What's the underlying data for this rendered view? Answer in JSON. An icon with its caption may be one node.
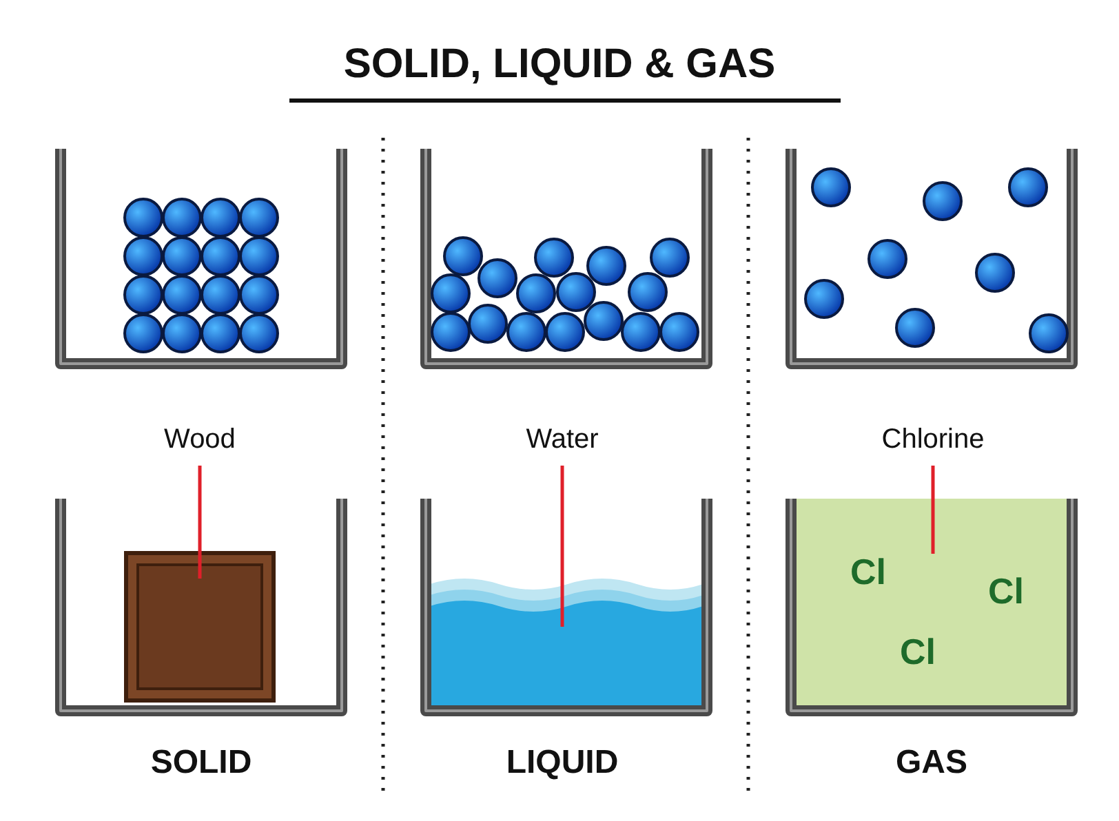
{
  "diagram": {
    "title": "SOLID, LIQUID & GAS",
    "nodes": [
      {
        "text": [
          "Wood"
        ]
      },
      {
        "text": [],
        "shape": "box"
      },
      {
        "text": [
          "Water"
        ]
      },
      {
        "text": [],
        "shape": "box"
      },
      {
        "text": [
          "Chlorine"
        ]
      },
      {
        "text": [
          "Cl",
          "Cl",
          "Cl"
        ]
      }
    ],
    "edges": [
      {
        "from": 0,
        "to": 1,
        "arrow": "none",
        "color": "#e0202a"
      },
      {
        "from": 2,
        "to": 3,
        "arrow": "none",
        "color": "#e0202a"
      },
      {
        "from": 4,
        "to": 5,
        "arrow": "none",
        "color": "#e0202a"
      }
    ],
    "labels": [
      "SOLID",
      "LIQUID",
      "GAS"
    ]
  }
}
